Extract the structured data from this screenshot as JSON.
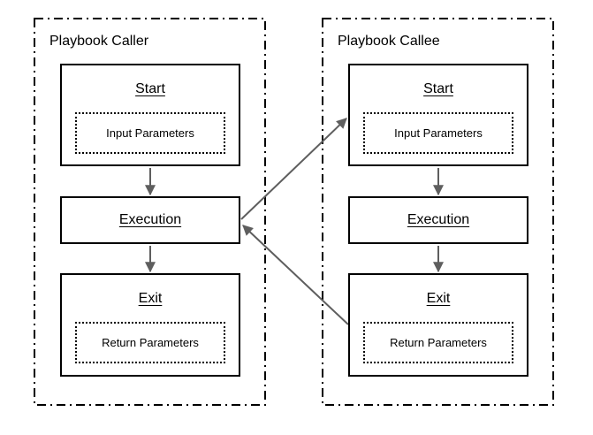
{
  "diagram": {
    "containers": [
      {
        "title": "Playbook Caller",
        "nodes": [
          {
            "label": "Start",
            "param": "Input Parameters"
          },
          {
            "label": "Execution"
          },
          {
            "label": "Exit",
            "param": "Return Parameters"
          }
        ]
      },
      {
        "title": "Playbook Callee",
        "nodes": [
          {
            "label": "Start",
            "param": "Input Parameters"
          },
          {
            "label": "Execution"
          },
          {
            "label": "Exit",
            "param": "Return Parameters"
          }
        ]
      }
    ],
    "edges": [
      {
        "from": "caller-start",
        "to": "caller-execution"
      },
      {
        "from": "caller-execution",
        "to": "caller-exit"
      },
      {
        "from": "caller-execution",
        "to": "callee-start"
      },
      {
        "from": "callee-start",
        "to": "callee-execution"
      },
      {
        "from": "callee-execution",
        "to": "callee-exit"
      },
      {
        "from": "callee-exit",
        "to": "caller-execution"
      }
    ],
    "colors": {
      "box_border": "#000000",
      "container_border": "#000000",
      "arrow": "#5e5e5e",
      "background": "#ffffff"
    }
  }
}
